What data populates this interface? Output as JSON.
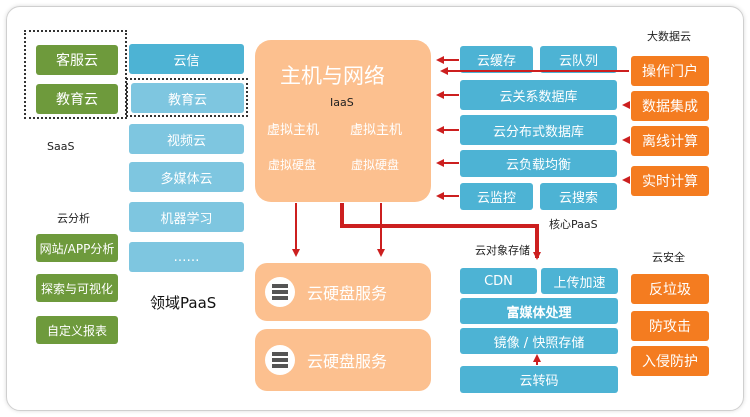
{
  "saas": {
    "title": "SaaS",
    "items": [
      "客服云",
      "教育云"
    ]
  },
  "analytics": {
    "title": "云分析",
    "items": [
      "网站/APP分析",
      "探索与可视化",
      "自定义报表"
    ]
  },
  "domain_paas": {
    "title": "领域PaaS",
    "items": [
      "云信",
      "教育云",
      "视频云",
      "多媒体云",
      "机器学习",
      "……"
    ]
  },
  "iaas": {
    "heading": "主机与网络",
    "label": "IaaS",
    "vm_1": "虚拟主机",
    "vm_2": "虚拟主机",
    "disk_1": "虚拟硬盘",
    "disk_2": "虚拟硬盘"
  },
  "disk_services": [
    "云硬盘服务",
    "云硬盘服务"
  ],
  "core_paas": {
    "title": "核心PaaS",
    "cache": "云缓存",
    "queue": "云队列",
    "rows": [
      "云关系数据库",
      "云分布式数据库",
      "云负载均衡"
    ],
    "monitor": "云监控",
    "search": "云搜索"
  },
  "storage": {
    "title": "云对象存储",
    "cdn": "CDN",
    "upload": "上传加速",
    "media": "富媒体处理",
    "mirror": "镜像 / 快照存储",
    "transcode": "云转码"
  },
  "bigdata": {
    "title": "大数据云",
    "items": [
      "操作门户",
      "数据集成",
      "离线计算",
      "实时计算"
    ]
  },
  "security": {
    "title": "云安全",
    "items": [
      "反垃圾",
      "防攻击",
      "入侵防护"
    ]
  },
  "colors": {
    "green": "#6e9a3c",
    "blue": "#4db3d4",
    "light_blue": "#7ec6e0",
    "orange": "#f47c20",
    "peach": "#fcc08f",
    "arrow_red": "#cc1f1f"
  }
}
